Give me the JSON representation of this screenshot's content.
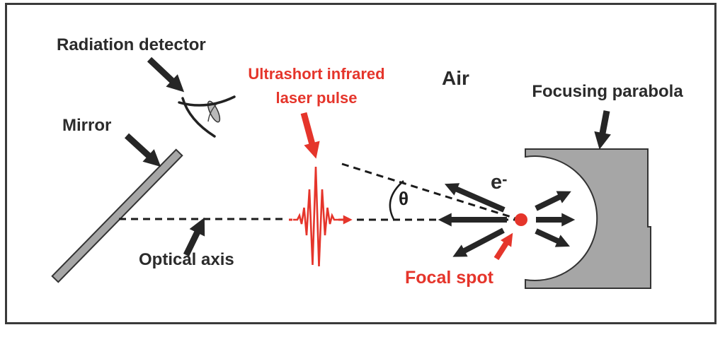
{
  "figure": {
    "environment_label": "Air",
    "components": {
      "radiation_detector": "Radiation detector",
      "mirror": "Mirror",
      "laser_pulse": {
        "line1": "Ultrashort infrared",
        "line2": "laser pulse"
      },
      "focusing_parabola": "Focusing parabola",
      "optical_axis": "Optical axis",
      "focal_spot": "Focal spot",
      "angle_symbol": "θ",
      "electron": {
        "base": "e",
        "superscript": "-"
      }
    },
    "colors": {
      "highlight_red": "#e5352b",
      "component_gray": "#a6a6a6",
      "ink_black": "#2b2b2b"
    }
  }
}
